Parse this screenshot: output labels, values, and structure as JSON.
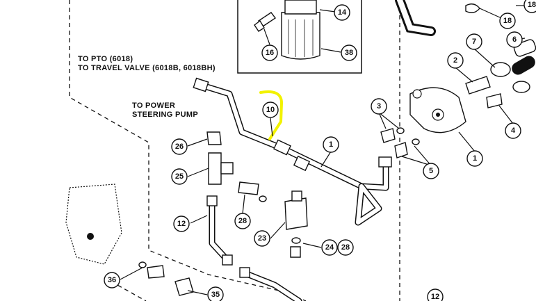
{
  "labels": {
    "pto_line1": "TO PTO (6018)",
    "pto_line2": "TO TRAVEL VALVE (6018B, 6018BH)",
    "steer_line1": "TO POWER",
    "steer_line2": "STEERING PUMP"
  },
  "callouts": [
    {
      "id": "c14",
      "number": "14"
    },
    {
      "id": "c16",
      "number": "16"
    },
    {
      "id": "c38",
      "number": "38"
    },
    {
      "id": "c18a",
      "number": "18"
    },
    {
      "id": "c18b",
      "number": "18"
    },
    {
      "id": "c6",
      "number": "6"
    },
    {
      "id": "c7",
      "number": "7"
    },
    {
      "id": "c2",
      "number": "2"
    },
    {
      "id": "c10",
      "number": "10"
    },
    {
      "id": "c3",
      "number": "3"
    },
    {
      "id": "c1a",
      "number": "1"
    },
    {
      "id": "c1b",
      "number": "1"
    },
    {
      "id": "c4",
      "number": "4"
    },
    {
      "id": "c5",
      "number": "5"
    },
    {
      "id": "c26",
      "number": "26"
    },
    {
      "id": "c25",
      "number": "25"
    },
    {
      "id": "c28a",
      "number": "28"
    },
    {
      "id": "c12a",
      "number": "12"
    },
    {
      "id": "c23",
      "number": "23"
    },
    {
      "id": "c24",
      "number": "24"
    },
    {
      "id": "c28b",
      "number": "28"
    },
    {
      "id": "c36",
      "number": "36"
    },
    {
      "id": "c35",
      "number": "35"
    },
    {
      "id": "c12b",
      "number": "12"
    }
  ],
  "colors": {
    "highlight": "#f2f200",
    "ink": "#111111",
    "paper": "#ffffff"
  }
}
